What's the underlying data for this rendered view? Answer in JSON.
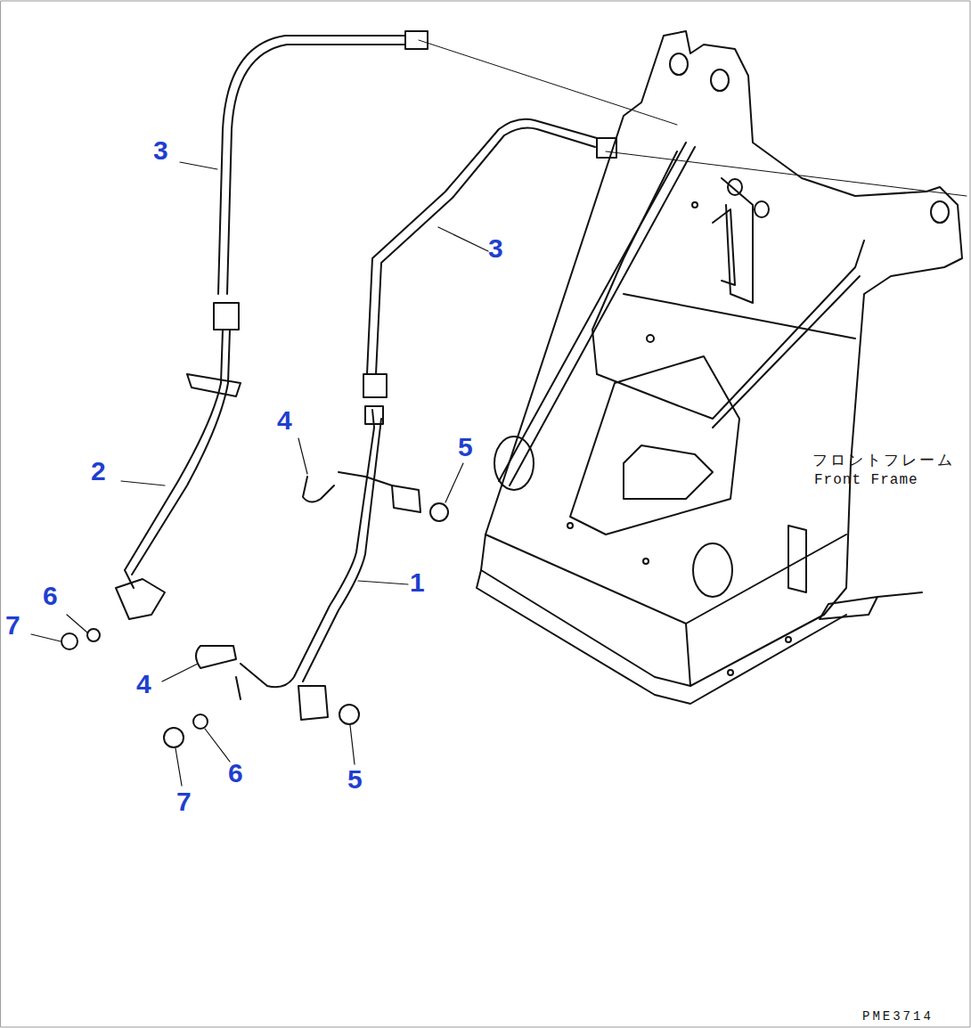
{
  "diagram": {
    "labels": [
      "3",
      "3",
      "4",
      "5",
      "2",
      "フロントフレーム",
      "Front Frame",
      "6",
      "1",
      "7",
      "4",
      "5",
      "6",
      "7",
      "PME3714"
    ]
  }
}
